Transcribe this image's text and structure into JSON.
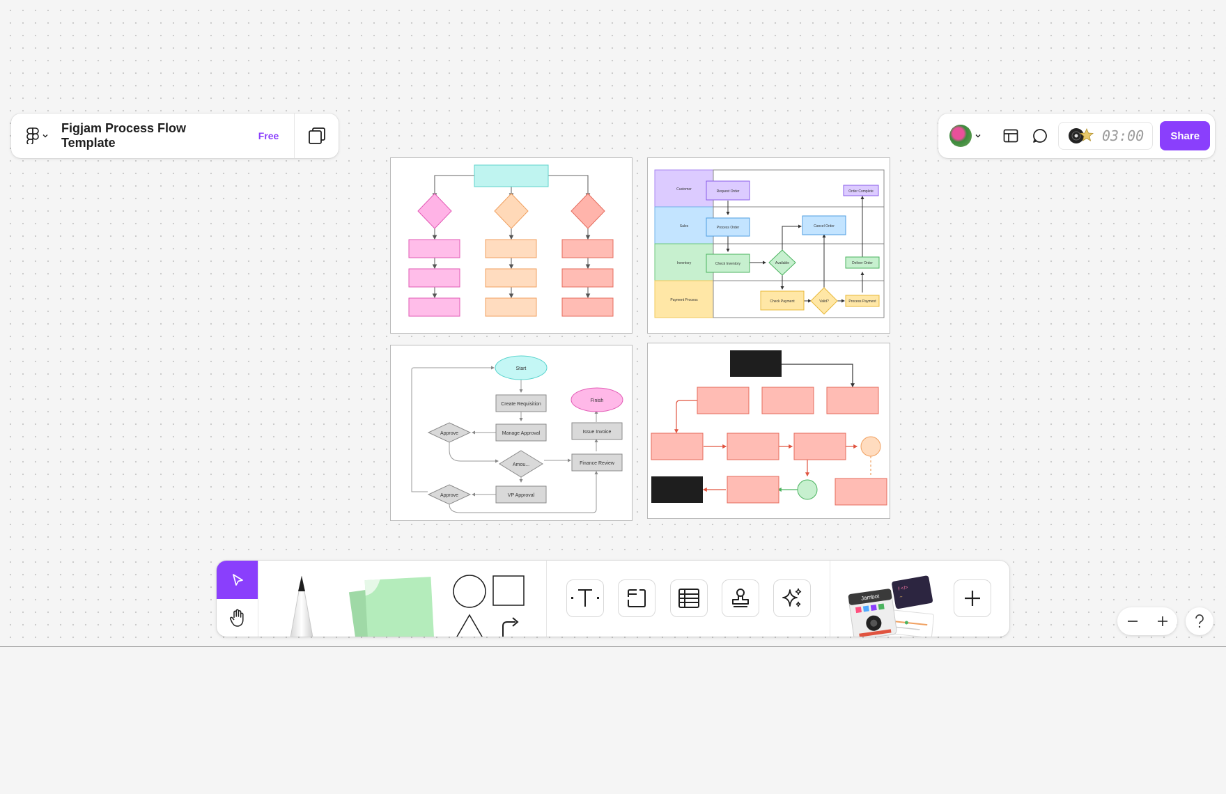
{
  "header": {
    "title": "Figjam Process Flow Template",
    "plan_badge": "Free"
  },
  "top_right": {
    "timer": "03:00",
    "share_label": "Share"
  },
  "frames": {
    "swimlane": {
      "lanes": [
        "Customer",
        "Sales",
        "Inventory",
        "Payment Process"
      ],
      "nodes": {
        "request_order": "Request Order",
        "order_complete": "Order Complete",
        "process_order": "Process Order",
        "cancel_order": "Cancel Order",
        "check_inventory": "Check Inventory",
        "available": "Available",
        "deliver_order": "Deliver Order",
        "check_payment": "Check Payment",
        "valid": "Valid?",
        "process_payment": "Process Payment"
      }
    },
    "approval": {
      "start": "Start",
      "create_requisition": "Create Requisition",
      "manage_approval": "Manage Approval",
      "approve_1": "Approve",
      "amount": "Amou...",
      "approve_2": "Approve",
      "vp_approval": "VP Approval",
      "finish": "Finish",
      "issue_invoice": "Issue Invoice",
      "finance_review": "Finance Review"
    }
  },
  "toolbar": {
    "widgets_label": "Jambot"
  },
  "colors": {
    "accent": "#8a3ffc"
  }
}
